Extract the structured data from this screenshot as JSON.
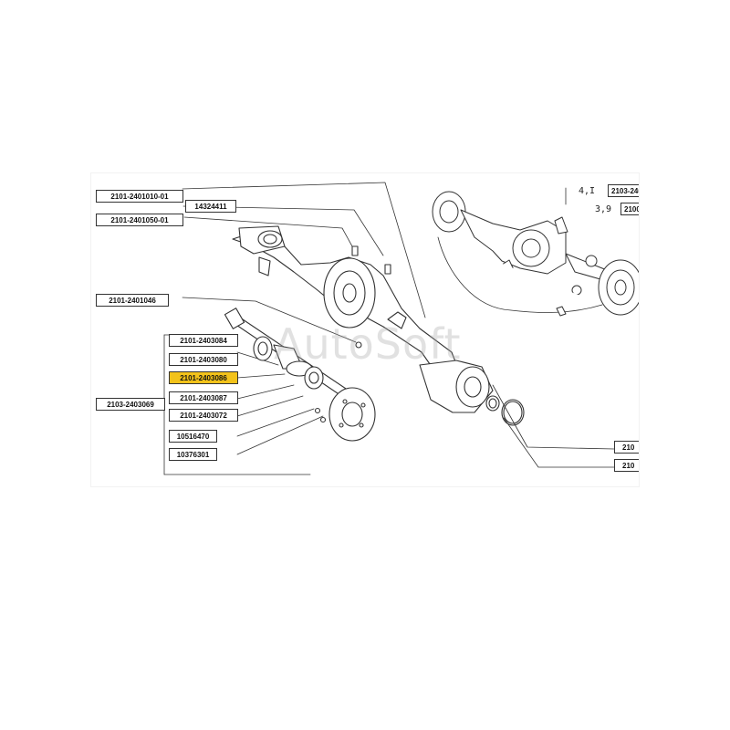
{
  "watermark": "AutoSoft",
  "labels": {
    "a": "2101-2401010-01",
    "b": "14324411",
    "c": "2101-2401050-01",
    "d": "2101-2401046",
    "e": "2101-2403084",
    "f": "2101-2403080",
    "g": "2101-2403086",
    "h": "2101-2403087",
    "i": "2101-2403072",
    "j": "10516470",
    "k": "10376301",
    "group": "2103-2403069",
    "r1": "2103-240",
    "r2": "2100",
    "r3": "210",
    "r4": "210"
  },
  "ratios": {
    "top": "4,I",
    "bottom": "3,9"
  },
  "colors": {
    "selected": "#f2c21a",
    "line": "#333333"
  }
}
